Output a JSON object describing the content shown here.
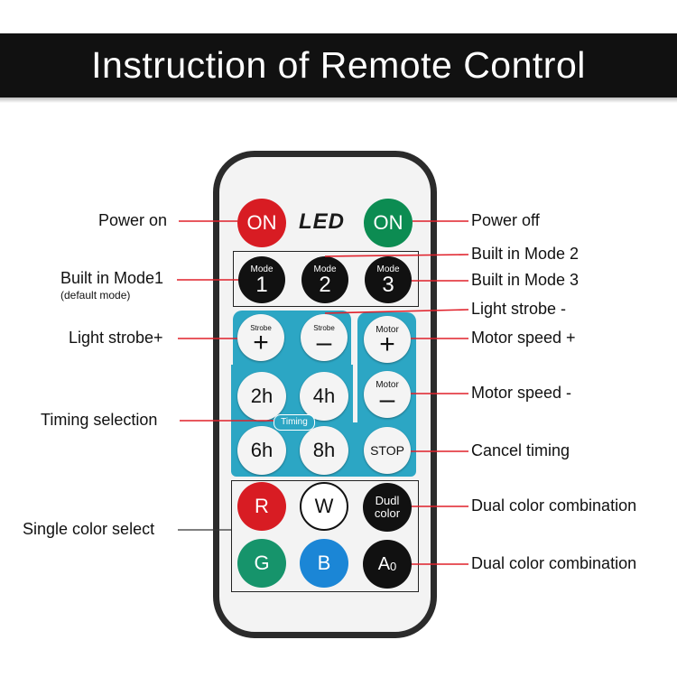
{
  "title": "Instruction of Remote Control",
  "remote": {
    "led_text": "LED",
    "power_on_button": "ON",
    "power_off_button": "ON",
    "mode_buttons": [
      {
        "word": "Mode",
        "number": "1"
      },
      {
        "word": "Mode",
        "number": "2"
      },
      {
        "word": "Mode",
        "number": "3"
      }
    ],
    "strobe_plus": {
      "word": "Strobe",
      "symbol": "+"
    },
    "strobe_minus": {
      "word": "Strobe",
      "symbol": "–"
    },
    "motor_plus": {
      "word": "Motor",
      "symbol": "+"
    },
    "motor_minus": {
      "word": "Motor",
      "symbol": "–"
    },
    "timing_buttons": [
      "2h",
      "4h",
      "6h",
      "8h"
    ],
    "timing_badge": "Timing",
    "stop_button": "STOP",
    "color_buttons": [
      "R",
      "W",
      "G",
      "B"
    ],
    "dual_button": {
      "line1": "Dudl",
      "line2": "color"
    },
    "auto_button": {
      "letter": "A",
      "digit": "0"
    }
  },
  "labels": {
    "power_on": "Power on",
    "power_off": "Power off",
    "mode2": "Built in Mode 2",
    "mode1": "Built in Mode1",
    "mode1_sub": "(default mode)",
    "mode3": "Built in Mode 3",
    "strobe_minus": "Light strobe -",
    "strobe_plus": "Light strobe+",
    "motor_plus": "Motor speed +",
    "motor_minus": "Motor speed -",
    "timing": "Timing selection",
    "cancel_timing": "Cancel timing",
    "dual1": "Dual color combination",
    "dual2": "Dual color combination",
    "single": "Single color select"
  },
  "colors": {
    "banner": "#111111",
    "power_on_red": "#d81c23",
    "power_off_green": "#0c8c52",
    "panel_blue": "#2ca6c4",
    "leader_line_red": "#e0202a",
    "color_blue": "#1b86d6"
  }
}
